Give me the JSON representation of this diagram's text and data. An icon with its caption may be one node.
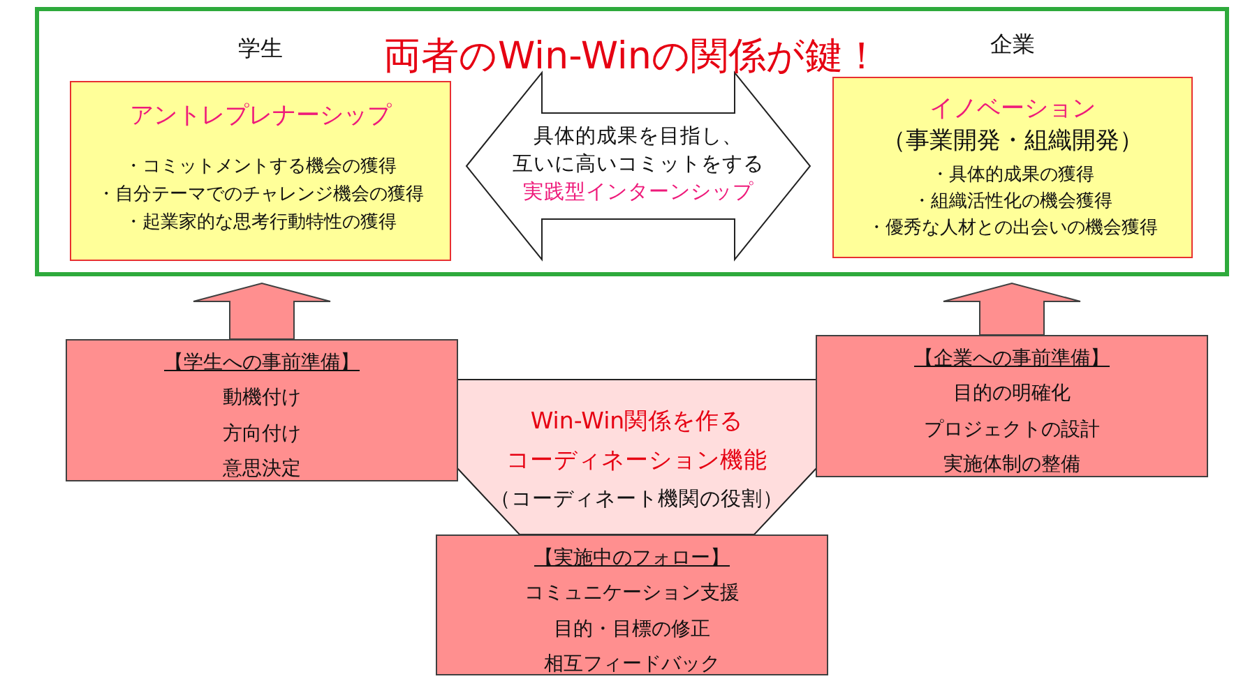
{
  "diagram": {
    "nodes": [
      {
        "text": [
          "両者のWin-Winの関係が鍵！"
        ]
      },
      {
        "text": [
          "学生",
          "アントレプレナーシップ",
          "・コミットメントする機会の獲得",
          "・自分テーマでのチャレンジ機会の獲得",
          "・起業家的な思考行動特性の獲得"
        ],
        "in": 0
      },
      {
        "text": [
          "具体的成果を目指し、",
          "互いに高いコミットをする",
          "実践型インターンシップ"
        ],
        "in": 0
      },
      {
        "text": [
          "企業",
          "イノベーション",
          "（事業開発・組織開発）",
          "・具体的成果の獲得",
          "・組織活性化の機会獲得",
          "・優秀な人材との出会いの機会獲得"
        ],
        "in": 0
      },
      {
        "text": [
          "【学生への事前準備】",
          "動機付け",
          "方向付け",
          "意思決定"
        ]
      },
      {
        "text": [
          "【企業への事前準備】",
          "目的の明確化",
          "プロジェクトの設計",
          "実施体制の整備"
        ]
      },
      {
        "text": [
          "Win-Win関係を作る",
          "コーディネーション機能",
          "（コーディネート機関の役割）"
        ]
      },
      {
        "text": [
          "【実施中のフォロー】",
          "コミュニケーション支援",
          "目的・目標の修正",
          "相互フィードバック"
        ]
      }
    ],
    "edges": [
      {
        "from": 4,
        "to": 0,
        "arrow": "to",
        "style": "thick"
      },
      {
        "from": 5,
        "to": 0,
        "arrow": "to",
        "style": "thick"
      }
    ]
  }
}
